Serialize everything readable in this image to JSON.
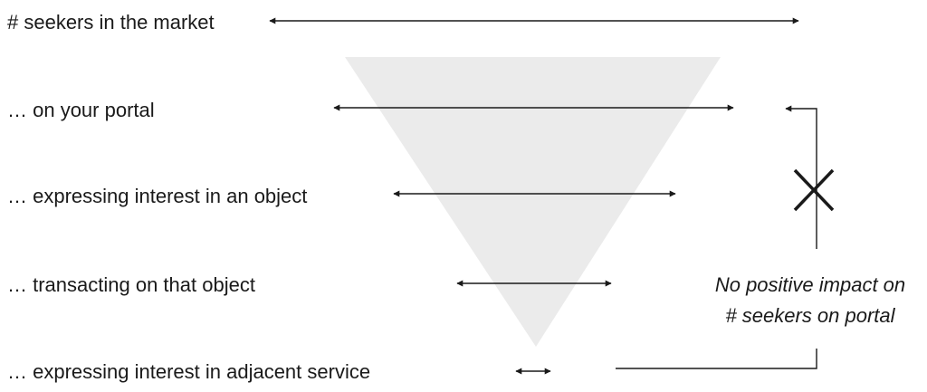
{
  "stages": [
    {
      "label": "# seekers in the market"
    },
    {
      "label": "… on your portal"
    },
    {
      "label": "… expressing interest in an object"
    },
    {
      "label": "… transacting on that object"
    },
    {
      "label": "… expressing interest in adjacent service"
    }
  ],
  "note": {
    "line1": "No positive impact on",
    "line2": "# seekers on portal"
  },
  "colors": {
    "funnel": "#ebebeb",
    "line": "#1a1a1a"
  },
  "icons": {
    "feedback": "cross-icon"
  }
}
